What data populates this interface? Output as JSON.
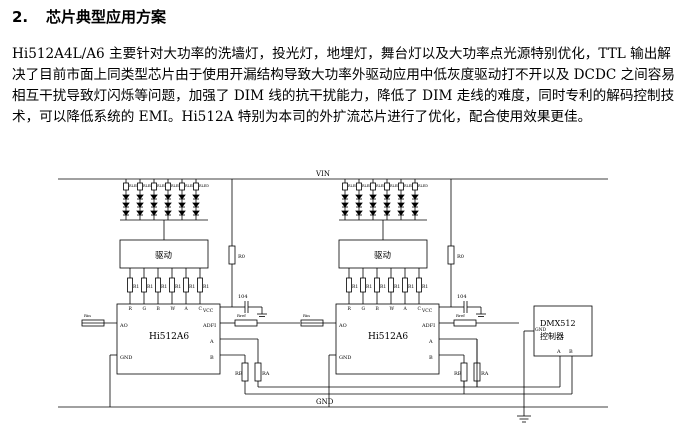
{
  "section": {
    "number": "2.",
    "title": "芯片典型应用方案"
  },
  "paragraph": "Hi512A4L/A6 主要针对大功率的洗墙灯，投光灯，地埋灯，舞台灯以及大功率点光源特别优化，TTL 输出解决了目前市面上同类型芯片由于使用开漏结构导致大功率外驱动应用中低灰度驱动打不开以及 DCDC 之间容易相互干扰导致灯闪烁等问题，加强了 DIM 线的抗干扰能力，降低了 DIM 走线的难度，同时专利的解码控制技术，可以降低系统的 EMI。Hi512A 特别为本司的外扩流芯片进行了优化，配合使用效果更佳。",
  "schematic": {
    "vin_label": "VIN",
    "gnd_label": "GND",
    "chip_name": "Hi512A6",
    "driver_label": "驱动",
    "r0_label": "R0",
    "r1_label": "R1",
    "rled_label": "RLED",
    "cap_label": "104",
    "ref_label": "Rref",
    "rin_label": "Rin",
    "rb_label": "RB",
    "ra_label": "RA",
    "pins": {
      "out": [
        "R",
        "G",
        "B",
        "W",
        "A",
        "C"
      ],
      "vcc": "VCC",
      "ao": "AO",
      "adfi": "ADFI",
      "a": "A",
      "b": "B",
      "gnd": "GND"
    },
    "dmx": {
      "line1": "DMX512",
      "line2": "控制器",
      "gnd": "GND",
      "a": "A",
      "b": "B"
    }
  }
}
